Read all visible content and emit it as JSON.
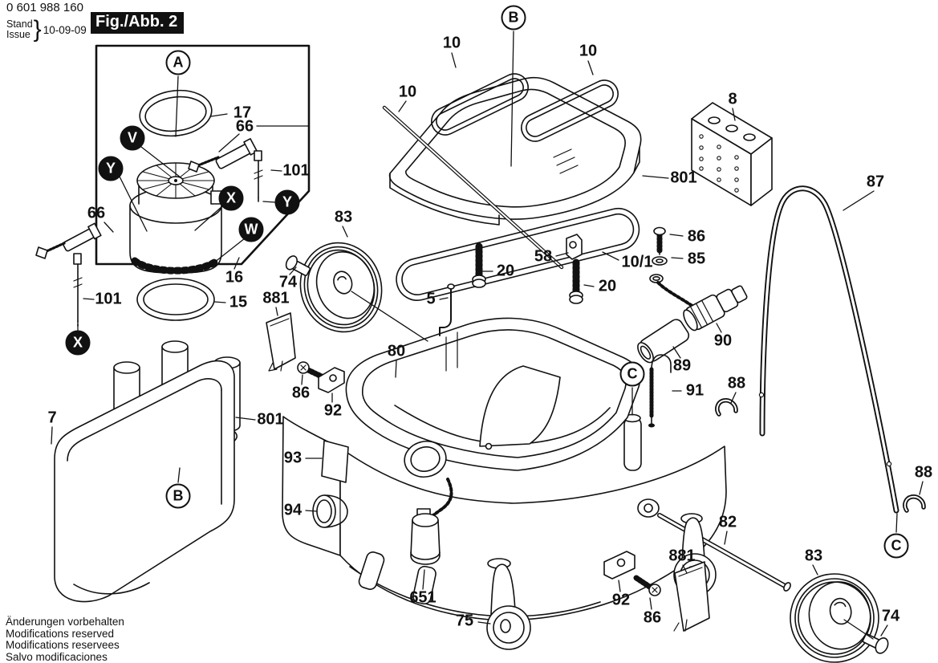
{
  "header": {
    "part_number": "0 601 988 160",
    "stand": "Stand",
    "issue": "Issue",
    "brace": "}",
    "date": "10-09-09",
    "figure_label": "Fig./Abb. 2"
  },
  "footer": {
    "lines": [
      "Änderungen vorbehalten",
      "Modifications reserved",
      "Modifications reservees",
      "Salvo modificaciones"
    ]
  },
  "colors": {
    "ink": "#111111",
    "paper": "#ffffff"
  },
  "callouts": [
    "17",
    "66",
    "101",
    "66",
    "101",
    "16",
    "15",
    "7",
    "801",
    "83",
    "74",
    "881",
    "86",
    "92",
    "93",
    "94",
    "80",
    "5",
    "10",
    "10",
    "10",
    "801",
    "20",
    "58",
    "10/1",
    "20",
    "8",
    "86",
    "85",
    "87",
    "90",
    "89",
    "91",
    "88",
    "82",
    "881",
    "92",
    "86",
    "83",
    "74",
    "88",
    "651",
    "75"
  ],
  "markers": [
    {
      "letter": "A",
      "variant": "outline"
    },
    {
      "letter": "B",
      "variant": "outline"
    },
    {
      "letter": "B",
      "variant": "outline"
    },
    {
      "letter": "C",
      "variant": "outline"
    },
    {
      "letter": "C",
      "variant": "outline"
    },
    {
      "letter": "V",
      "variant": "filled"
    },
    {
      "letter": "Y",
      "variant": "filled"
    },
    {
      "letter": "X",
      "variant": "filled"
    },
    {
      "letter": "Y",
      "variant": "filled"
    },
    {
      "letter": "W",
      "variant": "filled"
    },
    {
      "letter": "X",
      "variant": "filled"
    }
  ]
}
